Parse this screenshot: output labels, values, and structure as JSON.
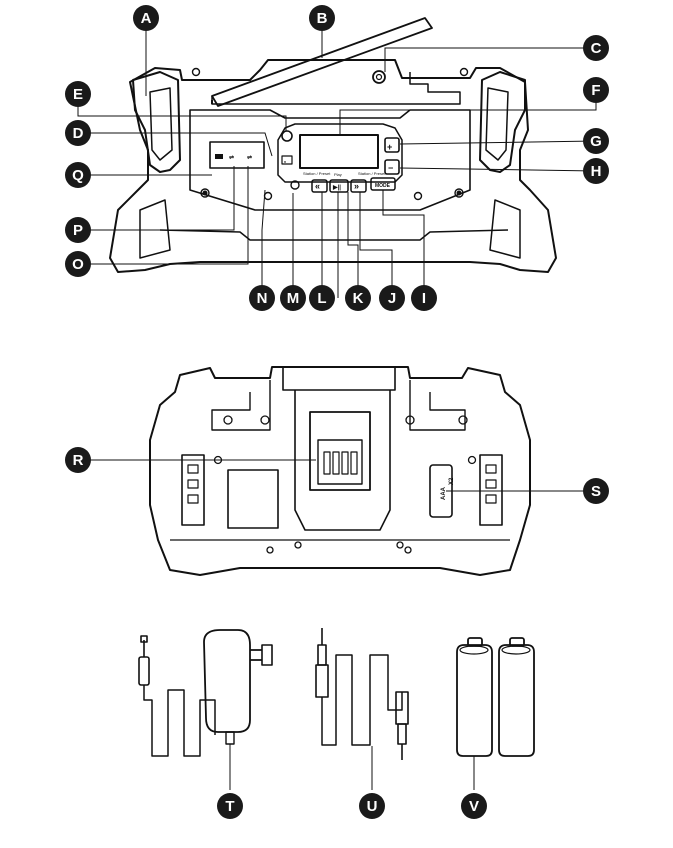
{
  "callouts": {
    "A": "A",
    "B": "B",
    "C": "C",
    "D": "D",
    "E": "E",
    "F": "F",
    "G": "G",
    "H": "H",
    "I": "I",
    "J": "J",
    "K": "K",
    "L": "L",
    "M": "M",
    "N": "N",
    "O": "O",
    "P": "P",
    "Q": "Q",
    "R": "R",
    "S": "S",
    "T": "T",
    "U": "U",
    "V": "V"
  },
  "front_panel": {
    "plus_label": "+",
    "minus_label": "−",
    "mode_label": "MODE",
    "prev_label": "«",
    "play_label": "▶||",
    "next_label": "»",
    "under_prev": "Station / Preset",
    "under_play": "Play",
    "under_next": "Station / Preset"
  },
  "rear_panel": {
    "battery_label": "AAA",
    "battery_count": "X2"
  }
}
